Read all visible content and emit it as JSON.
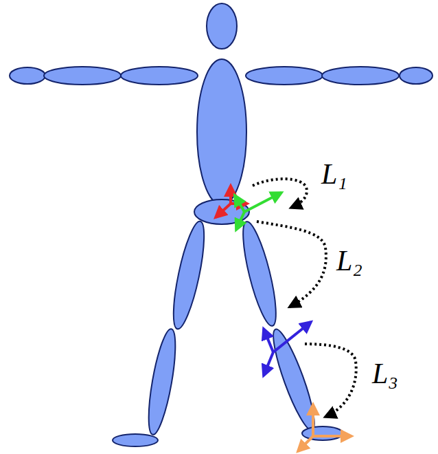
{
  "diagram": {
    "labels": [
      "L₁",
      "L₂",
      "L₃"
    ]
  }
}
